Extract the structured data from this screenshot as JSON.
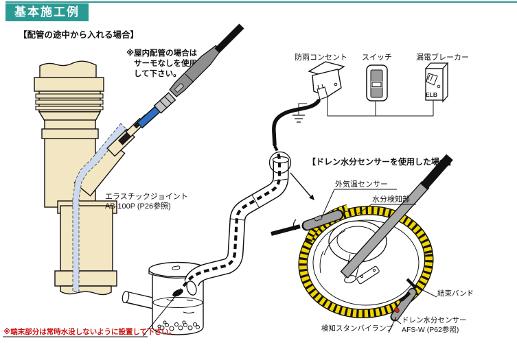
{
  "header": {
    "title": "基本施工例"
  },
  "captions": {
    "mid_pipe": "【配管の途中から入れる場合】",
    "drain_sensor_case": "【ドレン水分センサーを使用した場合】"
  },
  "notes": {
    "indoor_line1": "※屋内配管の場合は",
    "indoor_line2": "サーモなしを使用",
    "indoor_line3": "して下さい。",
    "terminal": "※端末部分は常時水没しないように設置して下さい。"
  },
  "electrical": {
    "rainproof_outlet": "防雨コンセント",
    "switch": "スイッチ",
    "leakage_breaker": "漏電ブレーカー",
    "elb": "ELB"
  },
  "labels": {
    "elastic_joint": "エラスチックジョイント",
    "elastic_joint_model": "AB-100P (P26参照)",
    "outdoor_temp_sensor": "外気温センサー",
    "moisture_detector": "水分検知部",
    "cable_tie": "結束バンド",
    "standby_lamp": "検知スタンバイランプ",
    "drain_sensor": "ドレン水分センサー",
    "drain_sensor_model": "AFS-W (P62参照)"
  },
  "colors": {
    "accent_teal": "#2a9a93",
    "heater_cable_blue": "#2f6fc1",
    "pipe_beige": "#f3e6c3",
    "inner_cable_blue": "#cdd9ec",
    "sensor_stripe_yellow": "#f2d500",
    "lamp_red": "#cc2222",
    "warning_text_red": "#cc1111"
  }
}
